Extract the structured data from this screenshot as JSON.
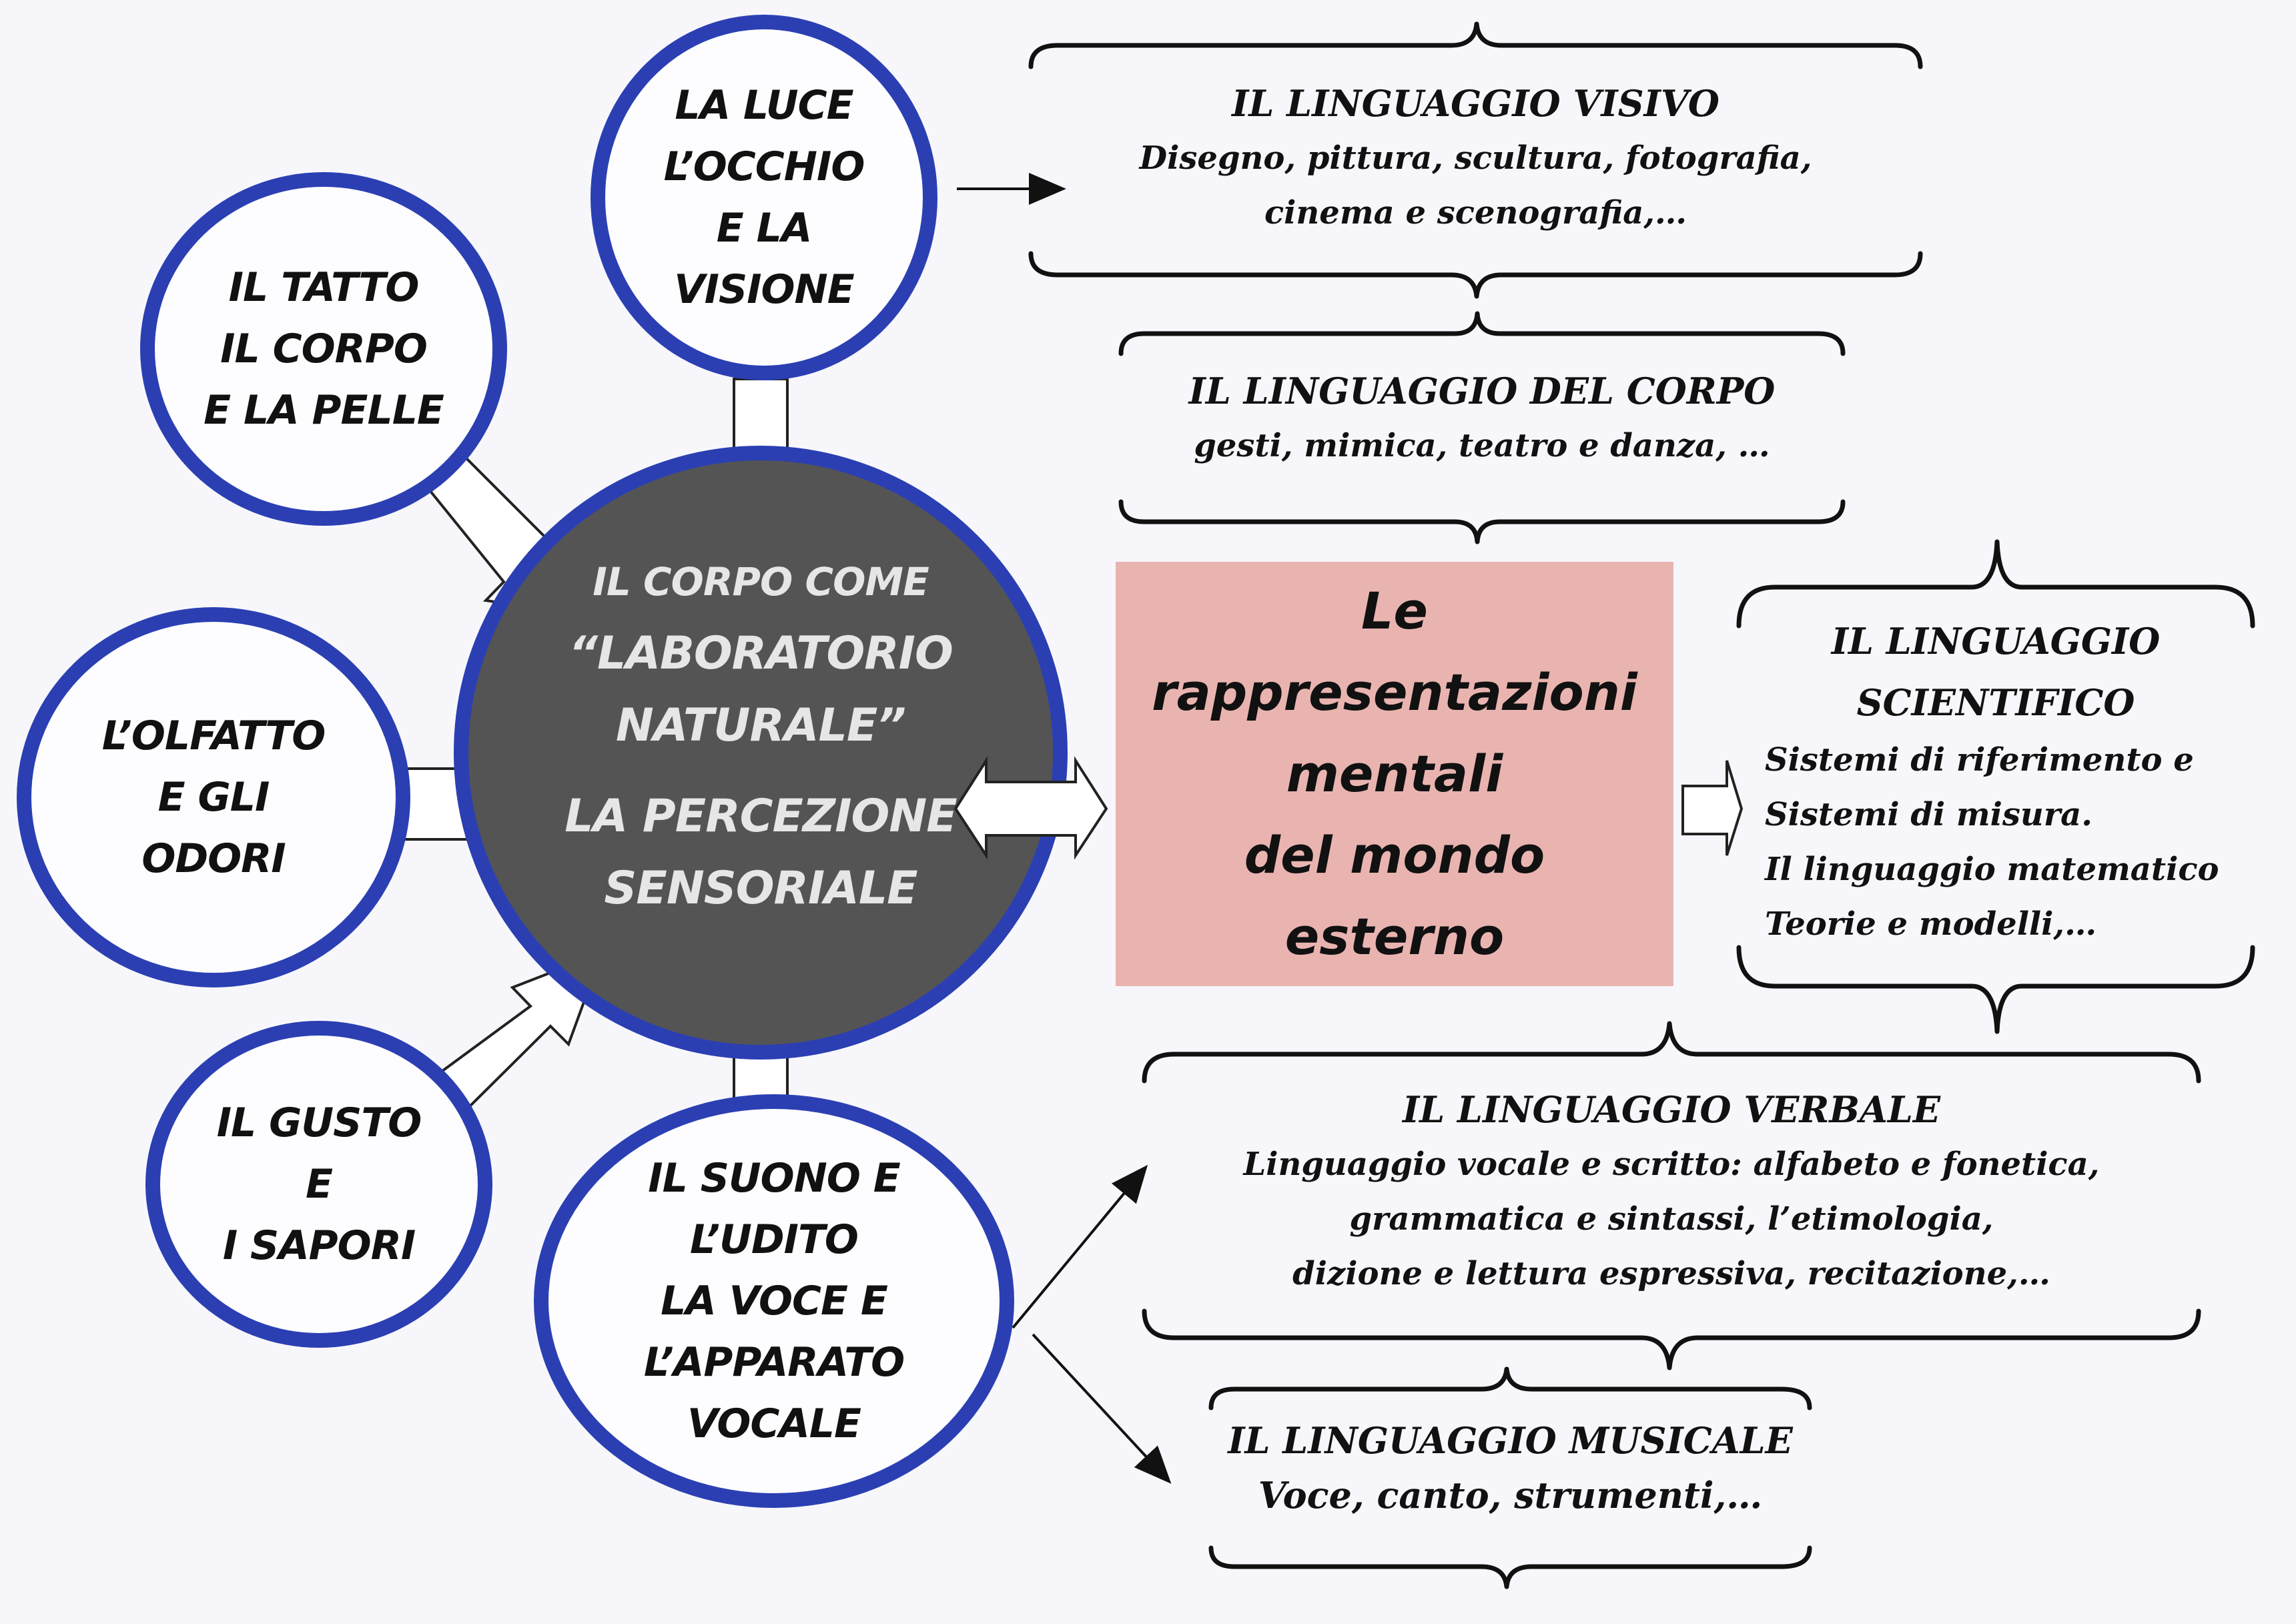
{
  "senses": {
    "tatto": [
      "IL TATTO",
      "IL CORPO",
      "E LA PELLE"
    ],
    "luce": [
      "LA LUCE",
      "L’OCCHIO",
      "E LA",
      "VISIONE"
    ],
    "olfatto": [
      "L’OLFATTO",
      "E GLI",
      "ODORI"
    ],
    "gusto": [
      "IL GUSTO",
      "E",
      "I SAPORI"
    ],
    "suono": [
      "IL SUONO E",
      "L’UDITO",
      "LA VOCE E",
      "L’APPARATO",
      "VOCALE"
    ]
  },
  "center": {
    "title": [
      "IL CORPO  COME",
      "“LABORATORIO",
      "NATURALE”"
    ],
    "perception": [
      "LA PERCEZIONE",
      "SENSORIALE"
    ]
  },
  "mental": [
    "Le",
    "rappresentazioni",
    "mentali",
    "del mondo",
    "esterno"
  ],
  "languages": {
    "visivo": {
      "title": "IL LINGUAGGIO   VISIVO",
      "lines": [
        "Disegno, pittura, scultura, fotografia,",
        "cinema e scenografia,…"
      ]
    },
    "corpo": {
      "title": "IL LINGUAGGIO DEL CORPO",
      "lines": [
        "gesti, mimica, teatro e danza, …"
      ]
    },
    "scientifico": {
      "title": [
        "IL LINGUAGGIO",
        "SCIENTIFICO"
      ],
      "lines": [
        "Sistemi di riferimento e",
        "Sistemi di misura.",
        "Il linguaggio matematico",
        "Teorie e modelli,…"
      ]
    },
    "verbale": {
      "title": "IL LINGUAGGIO  VERBALE",
      "lines": [
        "Linguaggio vocale e scritto: alfabeto e fonetica,",
        "grammatica e sintassi, l’etimologia,",
        "dizione e lettura espressiva, recitazione,…"
      ]
    },
    "musicale": {
      "title": "IL LINGUAGGIO MUSICALE",
      "lines": [
        "Voce, canto, strumenti,…"
      ]
    }
  },
  "colors": {
    "circle_border": "#2b3fb3",
    "center_fill": "#545454",
    "mental_fill": "#e9b4b0"
  }
}
